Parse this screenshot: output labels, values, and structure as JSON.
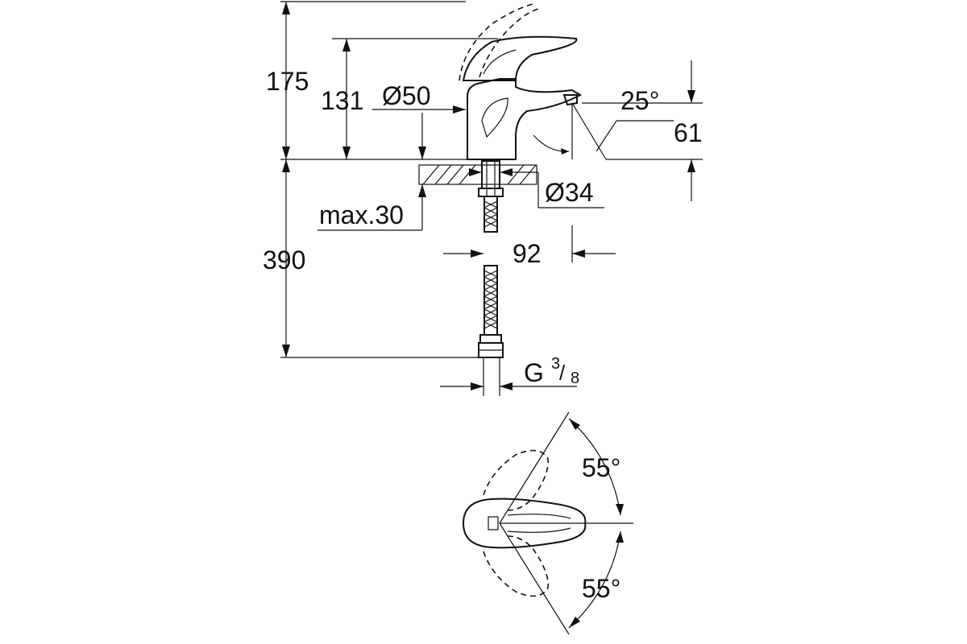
{
  "drawing": {
    "side_view": {
      "total_height": "175",
      "spout_height": "131",
      "body_diameter": "Ø50",
      "spout_angle": "25°",
      "aerator_height": "61",
      "hole_diameter": "Ø34",
      "max_thickness": "max.30",
      "spout_reach": "92",
      "hose_length": "390",
      "connection_thread_letter": "G",
      "connection_thread_num": "3",
      "connection_thread_den": "8"
    },
    "top_view": {
      "handle_angle_upper": "55°",
      "handle_angle_lower": "55°"
    }
  }
}
